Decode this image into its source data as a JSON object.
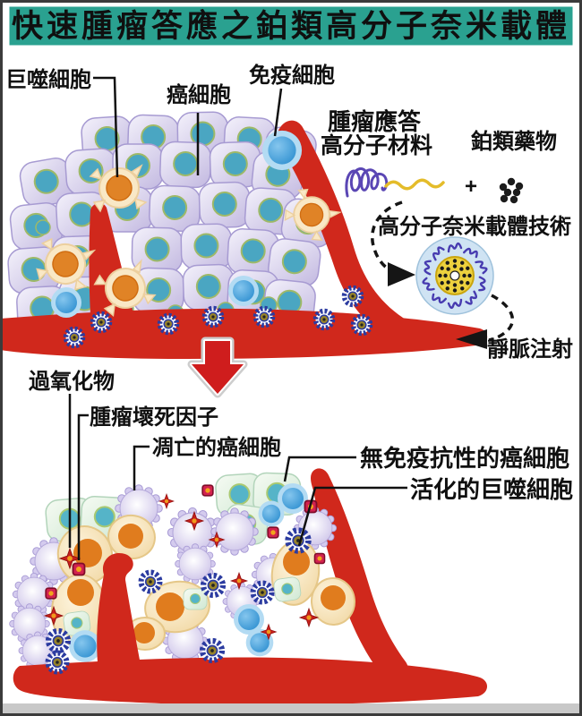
{
  "title": "快速腫瘤答應之鉑類高分子奈米載體",
  "colors": {
    "header_bg": "#2aa190",
    "vessel_red": "#d0281c",
    "cell_lavender": "#c6bde4",
    "nucleus_teal": "#4aa6c2",
    "macrophage_orange": "#e08326",
    "immune_blue": "#2e8fd0",
    "nanoparticle_blue": "#2b3ba0",
    "polymer_purple": "#5a46b4",
    "polymer_yellow": "#e4bc2a",
    "label_text": "#101010"
  },
  "top_panel": {
    "labels": {
      "macrophage": "巨噬細胞",
      "cancer_cell": "癌細胞",
      "immune_cell": "免疫細胞",
      "polymer_line1": "腫瘤應答",
      "polymer_line2": "高分子材料",
      "platinum_drug": "鉑類藥物",
      "plus_sign": "+",
      "nanocarrier_tech": "高分子奈米載體技術",
      "iv_injection": "靜脈注射"
    }
  },
  "bottom_panel": {
    "labels": {
      "peroxide": "過氧化物",
      "tnf": "腫瘤壞死因子",
      "apoptotic_cancer_cell": "凋亡的癌細胞",
      "non_resistant_cancer_cell": "無免疫抗性的癌細胞",
      "activated_macrophage": "活化的巨噬細胞"
    }
  }
}
